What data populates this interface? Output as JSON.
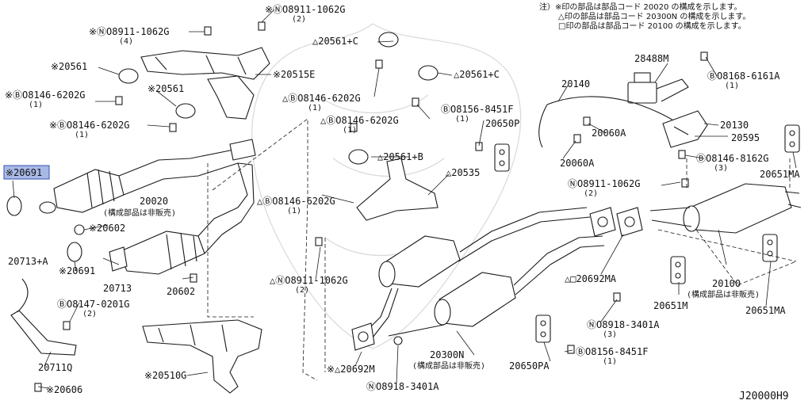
{
  "notes": [
    "注）※印の部品は部品コード 20020 の構成を示します。",
    "△印の部品は部品コード 20300N の構成を示します。",
    "□印の部品は部品コード 20100 の構成を示します。"
  ],
  "diagram_code": "J20000H9",
  "labels": {
    "l01": "※ⓃO8911-1062G",
    "l01s": "(4)",
    "l02": "※ⓃO8911-1062G",
    "l02s": "(2)",
    "l03": "※20561",
    "l04": "※ⒷO8146-6202G",
    "l04s": "(1)",
    "l05": "※20561",
    "l06": "※ⒷO8146-6202G",
    "l06s": "(1)",
    "l07": "※20515E",
    "l08": "※20691",
    "l09": "20020",
    "l09s": "(構成部品は非販売)",
    "l10": "※20602",
    "l11": "20713+A",
    "l12": "※20691",
    "l13": "20713",
    "l14": "20602",
    "l15": "ⒷO8147-0201G",
    "l15s": "(2)",
    "l16": "20711Q",
    "l17": "※20606",
    "l18": "※20510G",
    "l19": "△20561+C",
    "l20": "△20561+C",
    "l21": "△ⒷO8146-6202G",
    "l21s": "(1)",
    "l22": "△ⒷO8146-6202G",
    "l22s": "(1)",
    "l23": "△20561+B",
    "l24": "△20535",
    "l25": "△ⒷO8146-6202G",
    "l25s": "(1)",
    "l26": "△ⓃO8911-1062G",
    "l26s": "(2)",
    "l27": "※△20692M",
    "l28": "ⓃO8918-3401A",
    "l29": "20300N",
    "l29s": "(構成部品は非販売)",
    "l30": "20650PA",
    "l31": "ⒷO8156-8451F",
    "l31s": "(1)",
    "l32": "20650P",
    "l33": "20140",
    "l34": "28488M",
    "l35": "ⒷO8168-6161A",
    "l35s": "(1)",
    "l36": "20060A",
    "l37": "20060A",
    "l38": "20130",
    "l39": "20595",
    "l40": "ⒷO8146-8162G",
    "l40s": "(3)",
    "l41": "20651MA",
    "l42": "ⓃO8911-1062G",
    "l42s": "(2)",
    "l43": "△□20692MA",
    "l44": "20651M",
    "l45": "20100",
    "l45s": "(構成部品は非販売)",
    "l46": "20651MA",
    "l47": "ⓃO8918-3401A",
    "l47s": "(3)",
    "l48": "ⒷO8156-8451F",
    "l48s": "(1)"
  }
}
